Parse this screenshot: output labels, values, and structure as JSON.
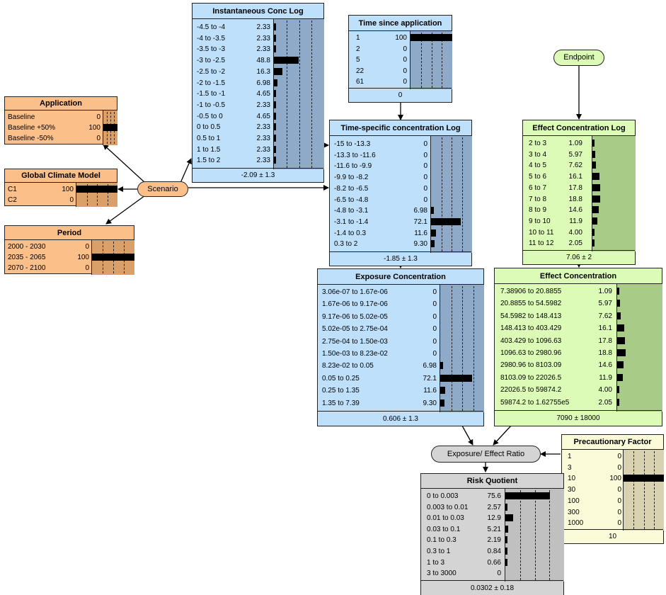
{
  "colors": {
    "orange_bg": "#fbbf8a",
    "orange_bar": "#d9a06a",
    "blue_bg": "#bfe0fb",
    "blue_bar": "#8fa9c8",
    "green_bg": "#dcfbb6",
    "green_bar": "#a8cc88",
    "gray_bg": "#d4d4d4",
    "gray_bar": "#c0c0c0",
    "tan_bg": "#fbfbda",
    "tan_bar": "#d8d2b0"
  },
  "nodes": {
    "application": {
      "title": "Application",
      "states": [
        {
          "label": "Baseline",
          "prob": "0",
          "value": 0
        },
        {
          "label": "Baseline +50%",
          "prob": "100",
          "value": 100
        },
        {
          "label": "Baseline -50%",
          "prob": "0",
          "value": 0
        }
      ]
    },
    "gcm": {
      "title": "Global Climate Model",
      "states": [
        {
          "label": "C1",
          "prob": "100",
          "value": 100
        },
        {
          "label": "C2",
          "prob": "0",
          "value": 0
        }
      ]
    },
    "period": {
      "title": "Period",
      "states": [
        {
          "label": "2000 - 2030",
          "prob": "0",
          "value": 0
        },
        {
          "label": "2035 - 2065",
          "prob": "100",
          "value": 100
        },
        {
          "label": "2070 - 2100",
          "prob": "0",
          "value": 0
        }
      ]
    },
    "inst_conc": {
      "title": "Instantaneous Conc Log",
      "footer": "-2.09 ± 1.3",
      "states": [
        {
          "label": "-4.5 to -4",
          "prob": "2.33",
          "value": 2.33
        },
        {
          "label": "-4 to -3.5",
          "prob": "2.33",
          "value": 2.33
        },
        {
          "label": "-3.5 to -3",
          "prob": "2.33",
          "value": 2.33
        },
        {
          "label": "-3 to -2.5",
          "prob": "48.8",
          "value": 48.8
        },
        {
          "label": "-2.5 to -2",
          "prob": "16.3",
          "value": 16.3
        },
        {
          "label": "-2 to -1.5",
          "prob": "6.98",
          "value": 6.98
        },
        {
          "label": "-1.5 to -1",
          "prob": "4.65",
          "value": 4.65
        },
        {
          "label": "-1 to -0.5",
          "prob": "2.33",
          "value": 2.33
        },
        {
          "label": "-0.5 to 0",
          "prob": "4.65",
          "value": 4.65
        },
        {
          "label": "0 to 0.5",
          "prob": "2.33",
          "value": 2.33
        },
        {
          "label": "0.5 to 1",
          "prob": "2.33",
          "value": 2.33
        },
        {
          "label": "1 to 1.5",
          "prob": "2.33",
          "value": 2.33
        },
        {
          "label": "1.5 to 2",
          "prob": "2.33",
          "value": 2.33
        }
      ]
    },
    "time_since": {
      "title": "Time since application",
      "footer": "0",
      "states": [
        {
          "label": "1",
          "prob": "100",
          "value": 100
        },
        {
          "label": "2",
          "prob": "0",
          "value": 0
        },
        {
          "label": "5",
          "prob": "0",
          "value": 0
        },
        {
          "label": "22",
          "prob": "0",
          "value": 0
        },
        {
          "label": "61",
          "prob": "0",
          "value": 0
        }
      ]
    },
    "time_spec": {
      "title": "Time-specific concentration Log",
      "footer": "-1.85 ± 1.3",
      "states": [
        {
          "label": "-15 to -13.3",
          "prob": "0",
          "value": 0
        },
        {
          "label": "-13.3 to -11.6",
          "prob": "0",
          "value": 0
        },
        {
          "label": "-11.6 to -9.9",
          "prob": "0",
          "value": 0
        },
        {
          "label": "-9.9 to -8.2",
          "prob": "0",
          "value": 0
        },
        {
          "label": "-8.2 to -6.5",
          "prob": "0",
          "value": 0
        },
        {
          "label": "-6.5 to -4.8",
          "prob": "0",
          "value": 0
        },
        {
          "label": "-4.8 to -3.1",
          "prob": "6.98",
          "value": 6.98
        },
        {
          "label": "-3.1 to -1.4",
          "prob": "72.1",
          "value": 72.1
        },
        {
          "label": "-1.4 to 0.3",
          "prob": "11.6",
          "value": 11.6
        },
        {
          "label": "0.3 to 2",
          "prob": "9.30",
          "value": 9.3
        }
      ]
    },
    "exposure": {
      "title": "Exposure Concentration",
      "footer": "0.606 ± 1.3",
      "states": [
        {
          "label": "3.06e-07 to 1.67e-06",
          "prob": "0",
          "value": 0
        },
        {
          "label": "1.67e-06 to 9.17e-06",
          "prob": "0",
          "value": 0
        },
        {
          "label": "9.17e-06 to 5.02e-05",
          "prob": "0",
          "value": 0
        },
        {
          "label": "5.02e-05 to 2.75e-04",
          "prob": "0",
          "value": 0
        },
        {
          "label": "2.75e-04 to 1.50e-03",
          "prob": "0",
          "value": 0
        },
        {
          "label": "1.50e-03 to 8.23e-02",
          "prob": "0",
          "value": 0
        },
        {
          "label": "8.23e-02 to 0.05",
          "prob": "6.98",
          "value": 6.98
        },
        {
          "label": "0.05 to 0.25",
          "prob": "72.1",
          "value": 72.1
        },
        {
          "label": "0.25 to 1.35",
          "prob": "11.6",
          "value": 11.6
        },
        {
          "label": "1.35 to 7.39",
          "prob": "9.30",
          "value": 9.3
        }
      ]
    },
    "endpoint": {
      "label": "Endpoint"
    },
    "effect_log": {
      "title": "Effect Concentration Log",
      "footer": "7.06 ± 2",
      "states": [
        {
          "label": "2 to 3",
          "prob": "1.09",
          "value": 1.09
        },
        {
          "label": "3 to 4",
          "prob": "5.97",
          "value": 5.97
        },
        {
          "label": "4 to 5",
          "prob": "7.62",
          "value": 7.62
        },
        {
          "label": "5 to 6",
          "prob": "16.1",
          "value": 16.1
        },
        {
          "label": "6 to 7",
          "prob": "17.8",
          "value": 17.8
        },
        {
          "label": "7 to 8",
          "prob": "18.8",
          "value": 18.8
        },
        {
          "label": "8 to 9",
          "prob": "14.6",
          "value": 14.6
        },
        {
          "label": "9 to 10",
          "prob": "11.9",
          "value": 11.9
        },
        {
          "label": "10 to 11",
          "prob": "4.00",
          "value": 4.0
        },
        {
          "label": "11 to 12",
          "prob": "2.05",
          "value": 2.05
        }
      ]
    },
    "effect_conc": {
      "title": "Effect Concentration",
      "footer": "7090 ± 18000",
      "states": [
        {
          "label": "7.38906 to 20.8855",
          "prob": "1.09",
          "value": 1.09
        },
        {
          "label": "20.8855 to 54.5982",
          "prob": "5.97",
          "value": 5.97
        },
        {
          "label": "54.5982 to 148.413",
          "prob": "7.62",
          "value": 7.62
        },
        {
          "label": "148.413 to 403.429",
          "prob": "16.1",
          "value": 16.1
        },
        {
          "label": "403.429 to 1096.63",
          "prob": "17.8",
          "value": 17.8
        },
        {
          "label": "1096.63 to 2980.96",
          "prob": "18.8",
          "value": 18.8
        },
        {
          "label": "2980.96 to 8103.09",
          "prob": "14.6",
          "value": 14.6
        },
        {
          "label": "8103.09 to 22026.5",
          "prob": "11.9",
          "value": 11.9
        },
        {
          "label": "22026.5 to 59874.2",
          "prob": "4.00",
          "value": 4.0
        },
        {
          "label": "59874.2 to 1.62755e5",
          "prob": "2.05",
          "value": 2.05
        }
      ]
    },
    "scenario": {
      "label": "Scenario"
    },
    "ratio": {
      "label": "Exposure/ Effect Ratio"
    },
    "precaution": {
      "title": "Precautionary Factor",
      "footer": "10",
      "states": [
        {
          "label": "1",
          "prob": "0",
          "value": 0
        },
        {
          "label": "3",
          "prob": "0",
          "value": 0
        },
        {
          "label": "10",
          "prob": "100",
          "value": 100
        },
        {
          "label": "30",
          "prob": "0",
          "value": 0
        },
        {
          "label": "100",
          "prob": "0",
          "value": 0
        },
        {
          "label": "300",
          "prob": "0",
          "value": 0
        },
        {
          "label": "1000",
          "prob": "0",
          "value": 0
        }
      ]
    },
    "risk": {
      "title": "Risk Quotient",
      "footer": "0.0302 ± 0.18",
      "states": [
        {
          "label": "0 to 0.003",
          "prob": "75.6",
          "value": 75.6
        },
        {
          "label": "0.003 to 0.01",
          "prob": "2.57",
          "value": 2.57
        },
        {
          "label": "0.01 to 0.03",
          "prob": "12.9",
          "value": 12.9
        },
        {
          "label": "0.03 to 0.1",
          "prob": "5.21",
          "value": 5.21
        },
        {
          "label": "0.1 to 0.3",
          "prob": "2.19",
          "value": 2.19
        },
        {
          "label": "0.3 to 1",
          "prob": "0.84",
          "value": 0.84
        },
        {
          "label": "1 to 3",
          "prob": "0.66",
          "value": 0.66
        },
        {
          "label": "3 to 3000",
          "prob": "0",
          "value": 0
        }
      ]
    }
  }
}
